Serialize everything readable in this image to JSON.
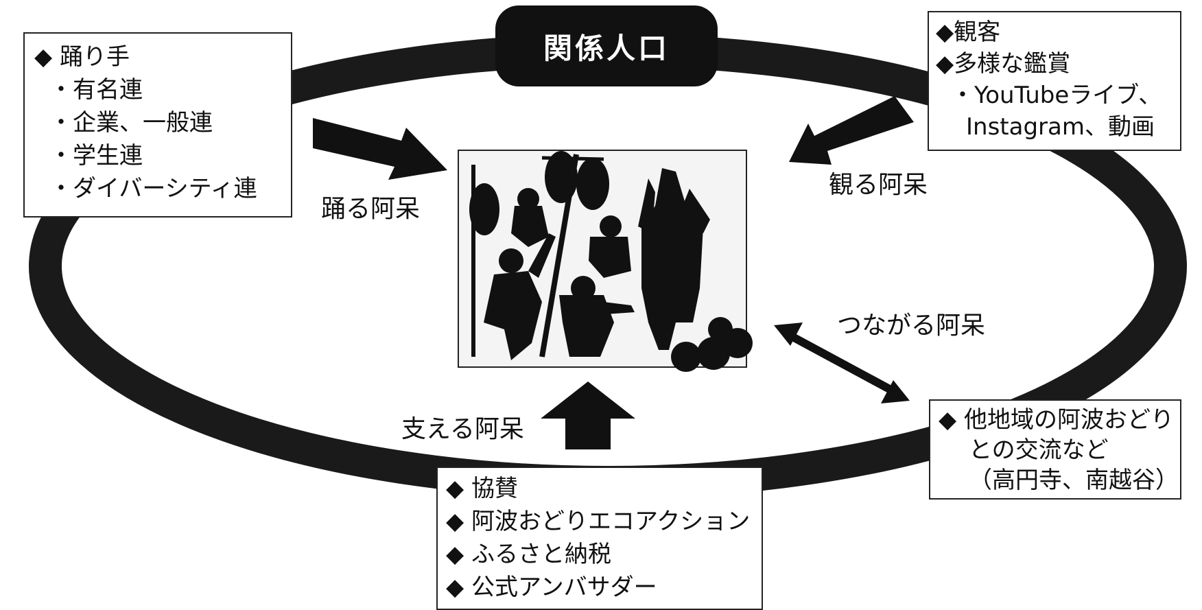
{
  "title": "関係人口",
  "dancers_box": {
    "lines": [
      "◆ 踊り手",
      "・有名連",
      "・企業、一般連",
      "・学生連",
      "・ダイバーシティ連"
    ]
  },
  "audience_box": {
    "lines": [
      "◆観客",
      "◆多様な鑑賞",
      "・YouTubeライブ、",
      "Instagram、動画"
    ]
  },
  "exchange_box": {
    "lines": [
      "◆ 他地域の阿波おどり",
      "との交流など",
      "（高円寺、南越谷）"
    ]
  },
  "support_box": {
    "lines": [
      "◆ 協賛",
      "◆ 阿波おどりエコアクション",
      "◆ ふるさと納税",
      "◆ 公式アンバサダー"
    ]
  },
  "arrow_labels": {
    "dance": "踊る阿呆",
    "watch": "観る阿呆",
    "connect": "つながる阿呆",
    "support": "支える阿呆"
  },
  "colors": {
    "ring": "#1a1a1a",
    "pill": "#111111",
    "arrow": "#111111"
  }
}
